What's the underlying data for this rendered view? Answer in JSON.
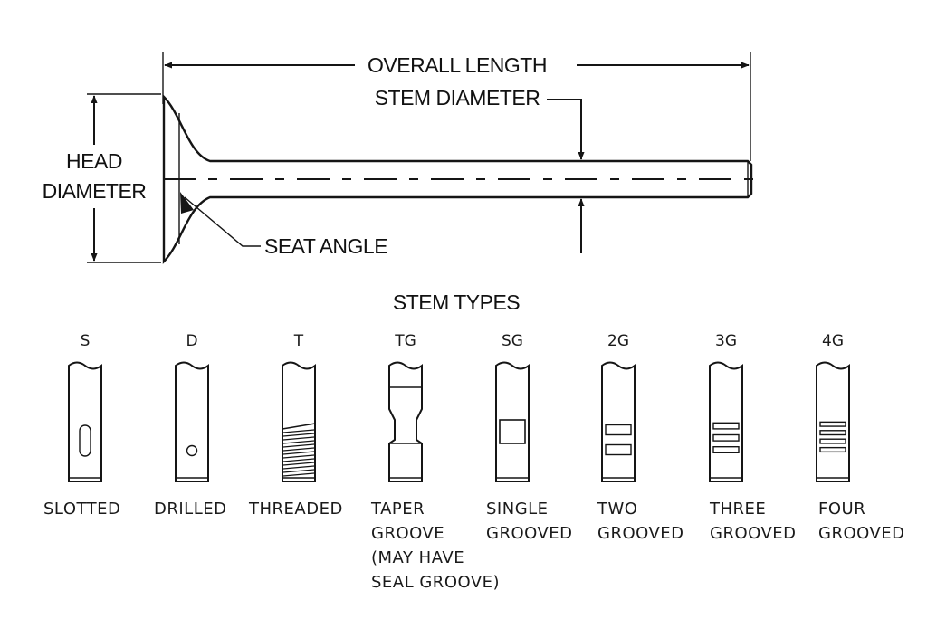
{
  "valve_diagram": {
    "overall_length": "OVERALL LENGTH",
    "stem_diameter": "STEM DIAMETER",
    "head_diameter_line1": "HEAD",
    "head_diameter_line2": "DIAMETER",
    "seat_angle": "SEAT ANGLE"
  },
  "stem_types": {
    "title": "STEM TYPES",
    "items": [
      {
        "code": "S",
        "caption": [
          "SLOTTED"
        ],
        "icon": "slotted-stem-icon"
      },
      {
        "code": "D",
        "caption": [
          "DRILLED"
        ],
        "icon": "drilled-stem-icon"
      },
      {
        "code": "T",
        "caption": [
          "THREADED"
        ],
        "icon": "threaded-stem-icon"
      },
      {
        "code": "TG",
        "caption": [
          "TAPER",
          "GROOVE",
          "(MAY HAVE",
          "SEAL GROOVE)"
        ],
        "icon": "taper-groove-stem-icon"
      },
      {
        "code": "SG",
        "caption": [
          "SINGLE",
          "GROOVED"
        ],
        "icon": "single-grooved-stem-icon"
      },
      {
        "code": "2G",
        "caption": [
          "TWO",
          "GROOVED"
        ],
        "icon": "two-grooved-stem-icon"
      },
      {
        "code": "3G",
        "caption": [
          "THREE",
          "GROOVED"
        ],
        "icon": "three-grooved-stem-icon"
      },
      {
        "code": "4G",
        "caption": [
          "FOUR",
          "GROOVED"
        ],
        "icon": "four-grooved-stem-icon"
      }
    ]
  }
}
